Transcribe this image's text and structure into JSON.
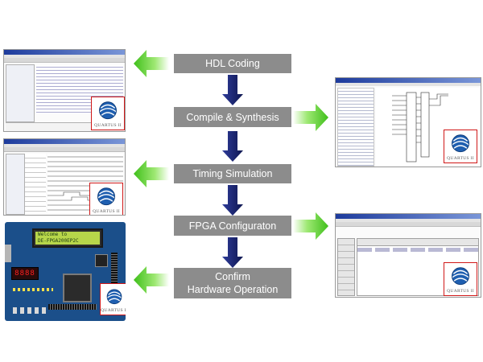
{
  "steps": [
    {
      "label": "HDL Coding"
    },
    {
      "label": "Compile & Synthesis"
    },
    {
      "label": "Timing Simulation"
    },
    {
      "label": "FPGA Configuraton"
    },
    {
      "label_line1": "Confirm",
      "label_line2": "Hardware Operation"
    }
  ],
  "board": {
    "lcd_line1": "Welcome to",
    "lcd_line2": "DE-FPGA200EP2C"
  },
  "logo": {
    "text": "QUARTUS II"
  },
  "colors": {
    "step_box": "#8c8c8c",
    "flow_arrow": "#1a2466",
    "side_arrow_green": "#5fd02a",
    "logo_border": "#d01818"
  }
}
